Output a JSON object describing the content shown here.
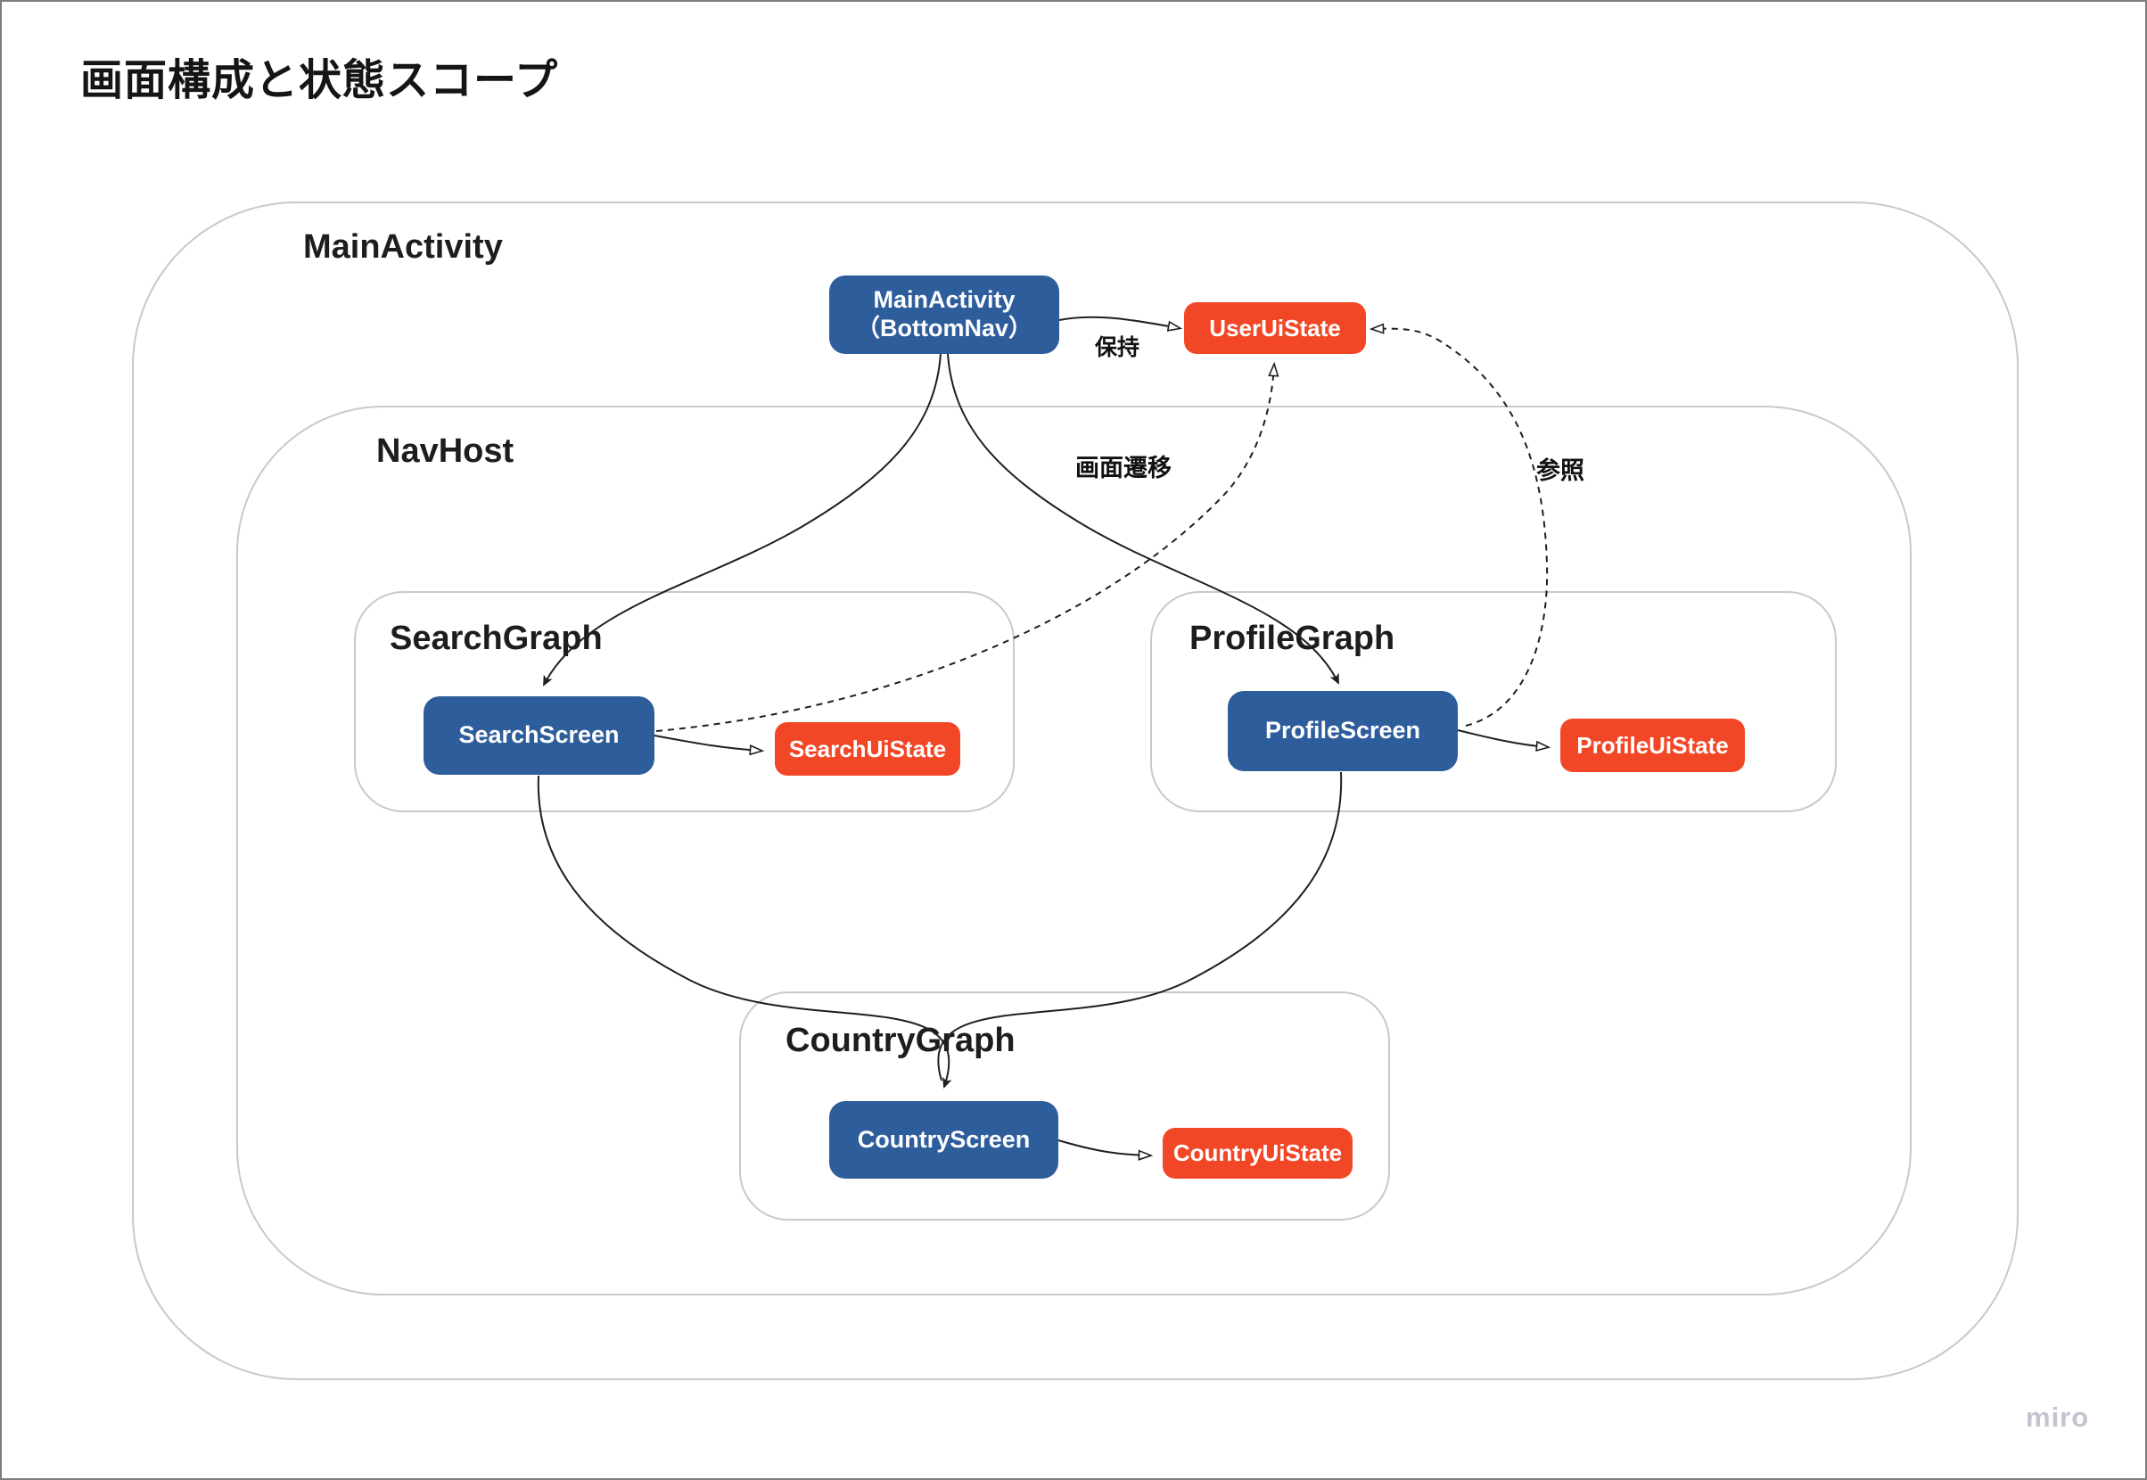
{
  "title": "画面構成と状態スコープ",
  "watermark": "miro",
  "colors": {
    "screen_node": "#2e5d9b",
    "state_node": "#f24726",
    "container_border": "#c9c9c9",
    "edge": "#1f1f1f"
  },
  "containers": {
    "main_activity": {
      "label": "MainActivity"
    },
    "nav_host": {
      "label": "NavHost"
    },
    "search_graph": {
      "label": "SearchGraph"
    },
    "profile_graph": {
      "label": "ProfileGraph"
    },
    "country_graph": {
      "label": "CountryGraph"
    }
  },
  "nodes": {
    "main_activity": {
      "line1": "MainActivity",
      "line2": "（BottomNav）",
      "type": "screen"
    },
    "user_ui_state": {
      "label": "UserUiState",
      "type": "state"
    },
    "search_screen": {
      "label": "SearchScreen",
      "type": "screen"
    },
    "search_ui_state": {
      "label": "SearchUiState",
      "type": "state"
    },
    "profile_screen": {
      "label": "ProfileScreen",
      "type": "screen"
    },
    "profile_ui_state": {
      "label": "ProfileUiState",
      "type": "state"
    },
    "country_screen": {
      "label": "CountryScreen",
      "type": "screen"
    },
    "country_ui_state": {
      "label": "CountryUiState",
      "type": "state"
    }
  },
  "edge_labels": {
    "hold": "保持",
    "navigate": "画面遷移",
    "reference": "参照"
  },
  "edges": [
    {
      "from": "MainActivity（BottomNav）",
      "to": "UserUiState",
      "style": "solid",
      "arrow": "open",
      "label": "保持"
    },
    {
      "from": "MainActivity（BottomNav）",
      "to": "SearchScreen",
      "style": "solid",
      "arrow": "filled",
      "label": "画面遷移"
    },
    {
      "from": "MainActivity（BottomNav）",
      "to": "ProfileScreen",
      "style": "solid",
      "arrow": "filled",
      "label": "画面遷移"
    },
    {
      "from": "SearchScreen",
      "to": "SearchUiState",
      "style": "solid",
      "arrow": "open",
      "label": ""
    },
    {
      "from": "ProfileScreen",
      "to": "ProfileUiState",
      "style": "solid",
      "arrow": "open",
      "label": ""
    },
    {
      "from": "CountryScreen",
      "to": "CountryUiState",
      "style": "solid",
      "arrow": "open",
      "label": ""
    },
    {
      "from": "SearchScreen",
      "to": "CountryScreen",
      "style": "solid",
      "arrow": "filled",
      "label": ""
    },
    {
      "from": "ProfileScreen",
      "to": "CountryScreen",
      "style": "solid",
      "arrow": "filled",
      "label": ""
    },
    {
      "from": "SearchScreen",
      "to": "UserUiState",
      "style": "dashed",
      "arrow": "open",
      "label": ""
    },
    {
      "from": "ProfileScreen",
      "to": "UserUiState",
      "style": "dashed",
      "arrow": "open",
      "label": "参照"
    }
  ]
}
